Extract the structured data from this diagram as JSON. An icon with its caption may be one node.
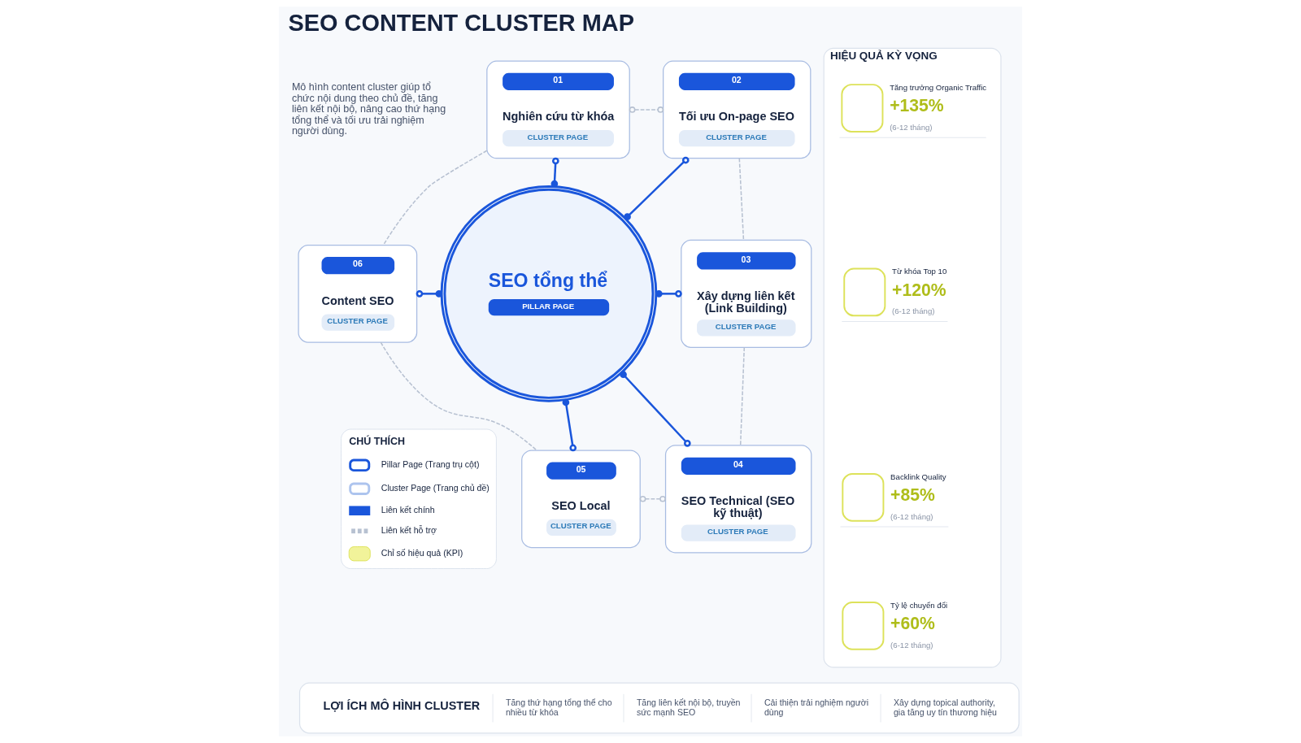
{
  "diagram": {
    "title": "SEO CONTENT CLUSTER MAP",
    "nodes": [
      {
        "text": [
          "SEO tổng thể",
          "PILLAR PAGE"
        ]
      },
      {
        "text": [
          "01",
          "Nghiên cứu từ khóa",
          "CLUSTER PAGE"
        ]
      },
      {
        "text": [
          "02",
          "Tối ưu On-page SEO",
          "CLUSTER PAGE"
        ]
      },
      {
        "text": [
          "03",
          "Xây dựng liên kết (Link Building)",
          "CLUSTER PAGE"
        ]
      },
      {
        "text": [
          "04",
          "SEO Technical (SEO kỹ thuật)",
          "CLUSTER PAGE"
        ]
      },
      {
        "text": [
          "05",
          "SEO Local",
          "CLUSTER PAGE"
        ]
      },
      {
        "text": [
          "06",
          "Content SEO",
          "CLUSTER PAGE"
        ]
      },
      {
        "text": [
          "HIỆU QUẢ KỲ VỌNG"
        ]
      },
      {
        "text": [
          "Tăng trưởng Organic Traffic",
          "+135%",
          "(6-12 tháng)"
        ],
        "in": 7
      },
      {
        "text": [
          "Từ khóa Top 10",
          "+120%",
          "(6-12 tháng)"
        ],
        "in": 7
      },
      {
        "text": [
          "Backlink Quality",
          "+85%",
          "(6-12 tháng)"
        ],
        "in": 7
      },
      {
        "text": [
          "Tỷ lệ chuyển đổi",
          "+60%",
          "(6-12 tháng)"
        ],
        "in": 7
      },
      {
        "text": [
          "LỢI ÍCH MÔ HÌNH CLUSTER",
          "Tăng thứ hạng tổng thể cho nhiều từ khóa",
          "Tăng liên kết nội bộ, truyền sức mạnh SEO",
          "Cải thiện trải nghiệm người dùng",
          "Xây dựng topical authority, gia tăng uy tín thương hiệu"
        ]
      }
    ],
    "edges": [
      {
        "from": 0,
        "to": 1,
        "arrow": "other"
      },
      {
        "from": 0,
        "to": 2,
        "arrow": "other"
      },
      {
        "from": 0,
        "to": 3,
        "arrow": "other"
      },
      {
        "from": 0,
        "to": 4,
        "arrow": "other"
      },
      {
        "from": 0,
        "to": 5,
        "arrow": "other"
      },
      {
        "from": 0,
        "to": 6,
        "arrow": "other"
      },
      {
        "from": 1,
        "to": 2,
        "arrow": "other",
        "style": "dashed",
        "color": "#b7c1d1"
      },
      {
        "from": 2,
        "to": 3,
        "arrow": "none",
        "style": "dashed",
        "color": "#b7c1d1"
      },
      {
        "from": 3,
        "to": 4,
        "arrow": "none",
        "style": "dashed",
        "color": "#b7c1d1"
      },
      {
        "from": 5,
        "to": 4,
        "arrow": "other",
        "style": "dashed",
        "color": "#b7c1d1"
      },
      {
        "from": 6,
        "to": 5,
        "arrow": "none",
        "style": "dashed",
        "color": "#b7c1d1"
      },
      {
        "from": 1,
        "to": 6,
        "arrow": "none",
        "style": "dashed",
        "color": "#b7c1d1"
      }
    ],
    "labels": [
      "Mô hình content cluster giúp tổ chức nội dung theo chủ đề, tăng liên kết nội bộ, nâng cao thứ hạng tổng thể và tối ưu trải nghiệm người dùng.",
      "CHÚ THÍCH"
    ],
    "legend": [
      {
        "text": "Pillar Page (Trang trụ cột)"
      },
      {
        "text": "Cluster Page (Trang chủ đề)"
      },
      {
        "text": "Liên kết chính"
      },
      {
        "text": "Liên kết hỗ trợ"
      },
      {
        "text": "Chỉ số hiệu quả (KPI)"
      }
    ]
  }
}
